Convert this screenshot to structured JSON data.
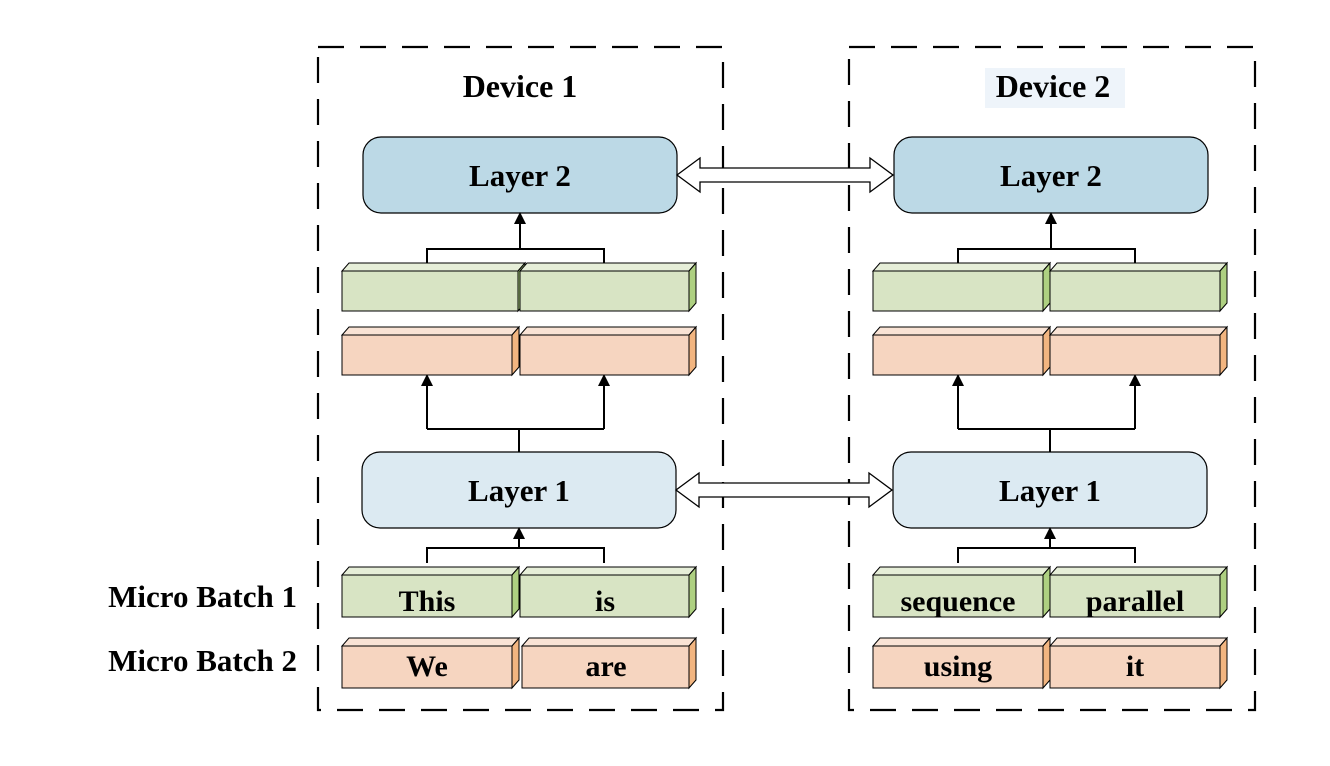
{
  "row_labels": {
    "micro_batch_1": "Micro Batch 1",
    "micro_batch_2": "Micro Batch 2"
  },
  "devices": [
    {
      "title": "Device 1",
      "layer2": "Layer 2",
      "layer1": "Layer 1",
      "batch1_tokens": [
        "This",
        "is"
      ],
      "batch2_tokens": [
        "We",
        "are"
      ]
    },
    {
      "title": "Device 2",
      "layer2": "Layer 2",
      "layer1": "Layer 1",
      "batch1_tokens": [
        "sequence",
        "parallel"
      ],
      "batch2_tokens": [
        "using",
        "it"
      ]
    }
  ],
  "colors": {
    "layer2_fill": "#bcd9e6",
    "layer1_fill": "#dceaf2",
    "green_front": "#d8e4c4",
    "green_side": "#aed081",
    "orange_front": "#f6d5c0",
    "orange_side": "#f2b580",
    "title_highlight": "#eef4fa"
  }
}
